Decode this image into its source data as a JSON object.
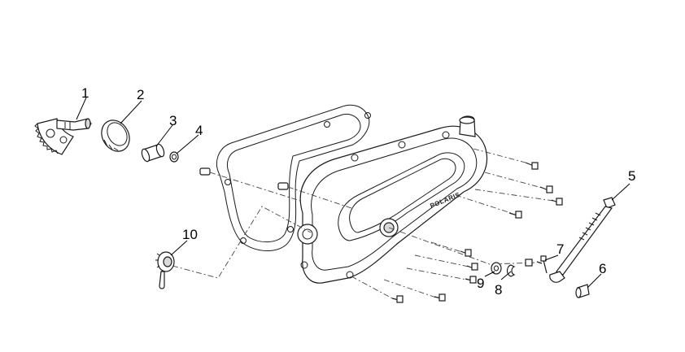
{
  "diagram": {
    "brand_logo": "POLARIS",
    "callouts": [
      {
        "id": "1",
        "label": "1"
      },
      {
        "id": "2",
        "label": "2"
      },
      {
        "id": "3",
        "label": "3"
      },
      {
        "id": "4",
        "label": "4"
      },
      {
        "id": "5",
        "label": "5"
      },
      {
        "id": "6",
        "label": "6"
      },
      {
        "id": "7",
        "label": "7"
      },
      {
        "id": "8",
        "label": "8"
      },
      {
        "id": "9",
        "label": "9"
      },
      {
        "id": "10",
        "label": "10"
      }
    ]
  }
}
